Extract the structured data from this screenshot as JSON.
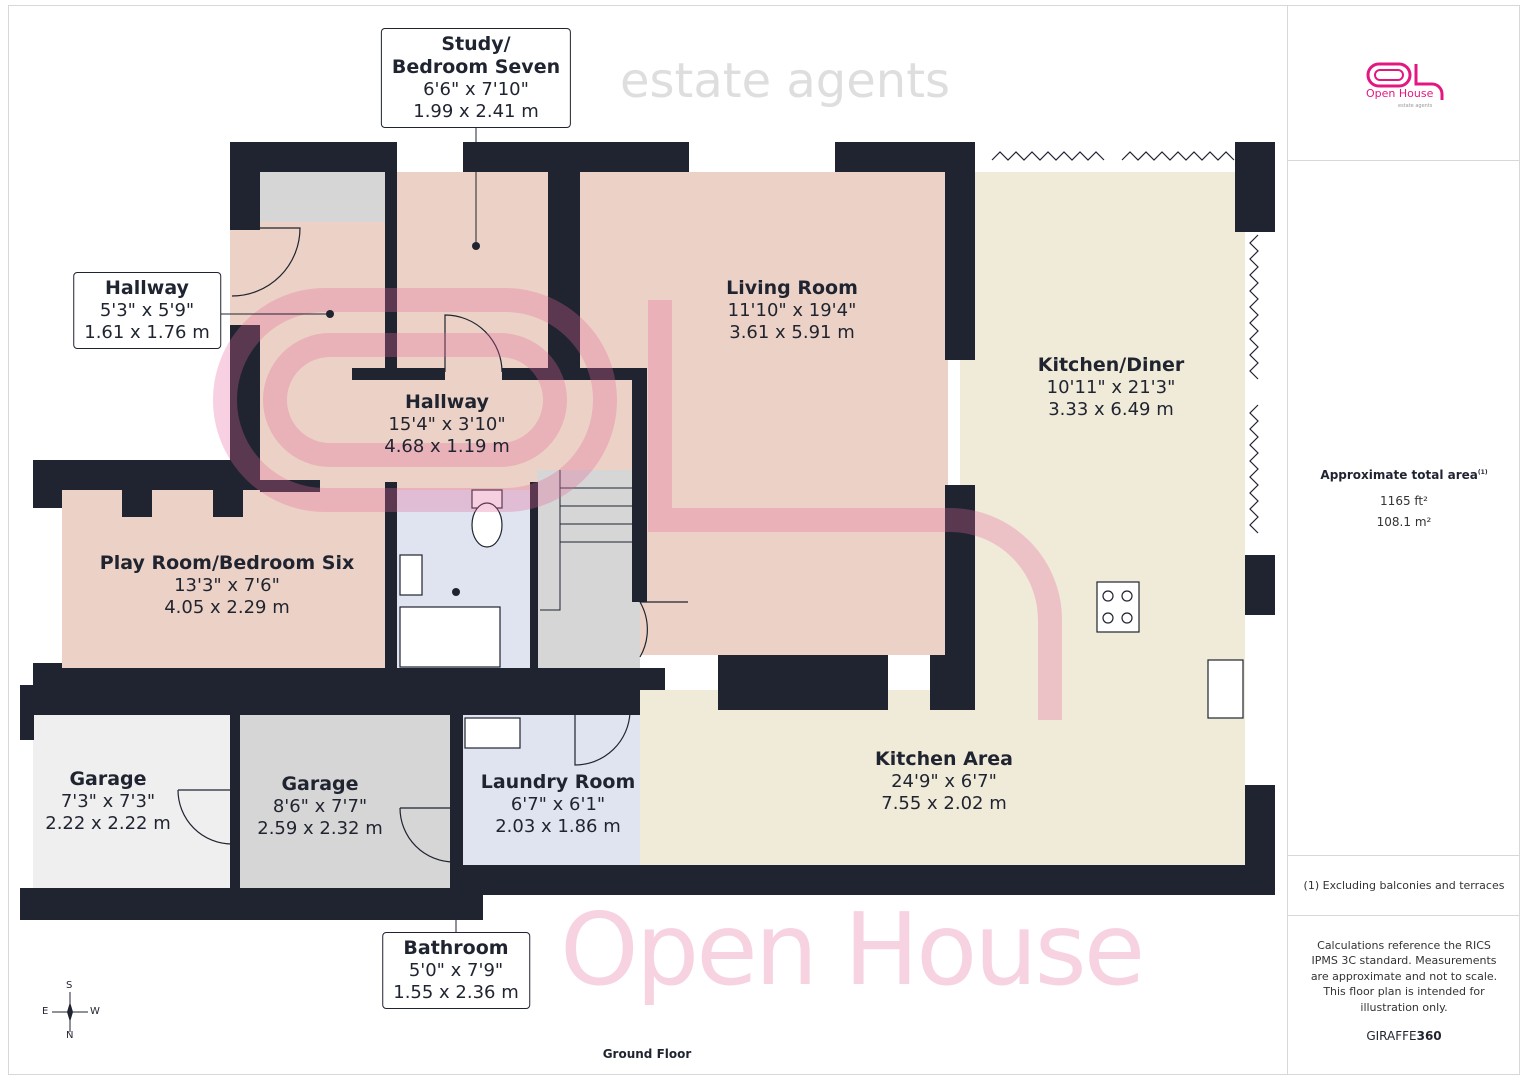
{
  "plan": {
    "floor_label": "Ground Floor",
    "rooms": [
      {
        "name": "Study/",
        "name2": "Bedroom Seven",
        "imperial": "6'6\" x 7'10\"",
        "metric": "1.99 x 2.41 m"
      },
      {
        "name": "Hallway",
        "imperial": "5'3\" x 5'9\"",
        "metric": "1.61 x 1.76 m"
      },
      {
        "name": "Living Room",
        "imperial": "11'10\" x 19'4\"",
        "metric": "3.61 x 5.91 m"
      },
      {
        "name": "Kitchen/Diner",
        "imperial": "10'11\" x 21'3\"",
        "metric": "3.33 x 6.49 m"
      },
      {
        "name": "Hallway",
        "imperial": "15'4\" x 3'10\"",
        "metric": "4.68 x 1.19 m"
      },
      {
        "name": "Play Room/Bedroom Six",
        "imperial": "13'3\" x 7'6\"",
        "metric": "4.05 x 2.29 m"
      },
      {
        "name": "Garage",
        "imperial": "7'3\" x 7'3\"",
        "metric": "2.22 x 2.22 m"
      },
      {
        "name": "Garage",
        "imperial": "8'6\" x 7'7\"",
        "metric": "2.59 x 2.32 m"
      },
      {
        "name": "Laundry Room",
        "imperial": "6'7\" x 6'1\"",
        "metric": "2.03 x 1.86 m"
      },
      {
        "name": "Kitchen Area",
        "imperial": "24'9\" x 6'7\"",
        "metric": "7.55 x 2.02 m"
      },
      {
        "name": "Bathroom",
        "imperial": "5'0\" x 7'9\"",
        "metric": "1.55 x 2.36 m"
      }
    ],
    "compass": {
      "n": "N",
      "s": "S",
      "e": "E",
      "w": "W"
    },
    "watermark": {
      "main": "Open House",
      "sub": "estate agents"
    }
  },
  "panel": {
    "logo_text": "Open House",
    "logo_sub": "estate agents",
    "area_title": "Approximate total area",
    "area_note_marker": "(1)",
    "area_ft": "1165 ft²",
    "area_m": "108.1 m²",
    "footnote": "(1) Excluding balconies and terraces",
    "disclaimer": "Calculations reference the RICS IPMS 3C standard. Measurements are approximate and not to scale. This floor plan is intended for illustration only.",
    "brand_a": "GIRAFFE",
    "brand_b": "360"
  },
  "colors": {
    "wall": "#1f2430",
    "pink": "#ecd2c6",
    "cream": "#f0ead9",
    "blue": "#dfe4f0",
    "accent": "#e2187f"
  }
}
